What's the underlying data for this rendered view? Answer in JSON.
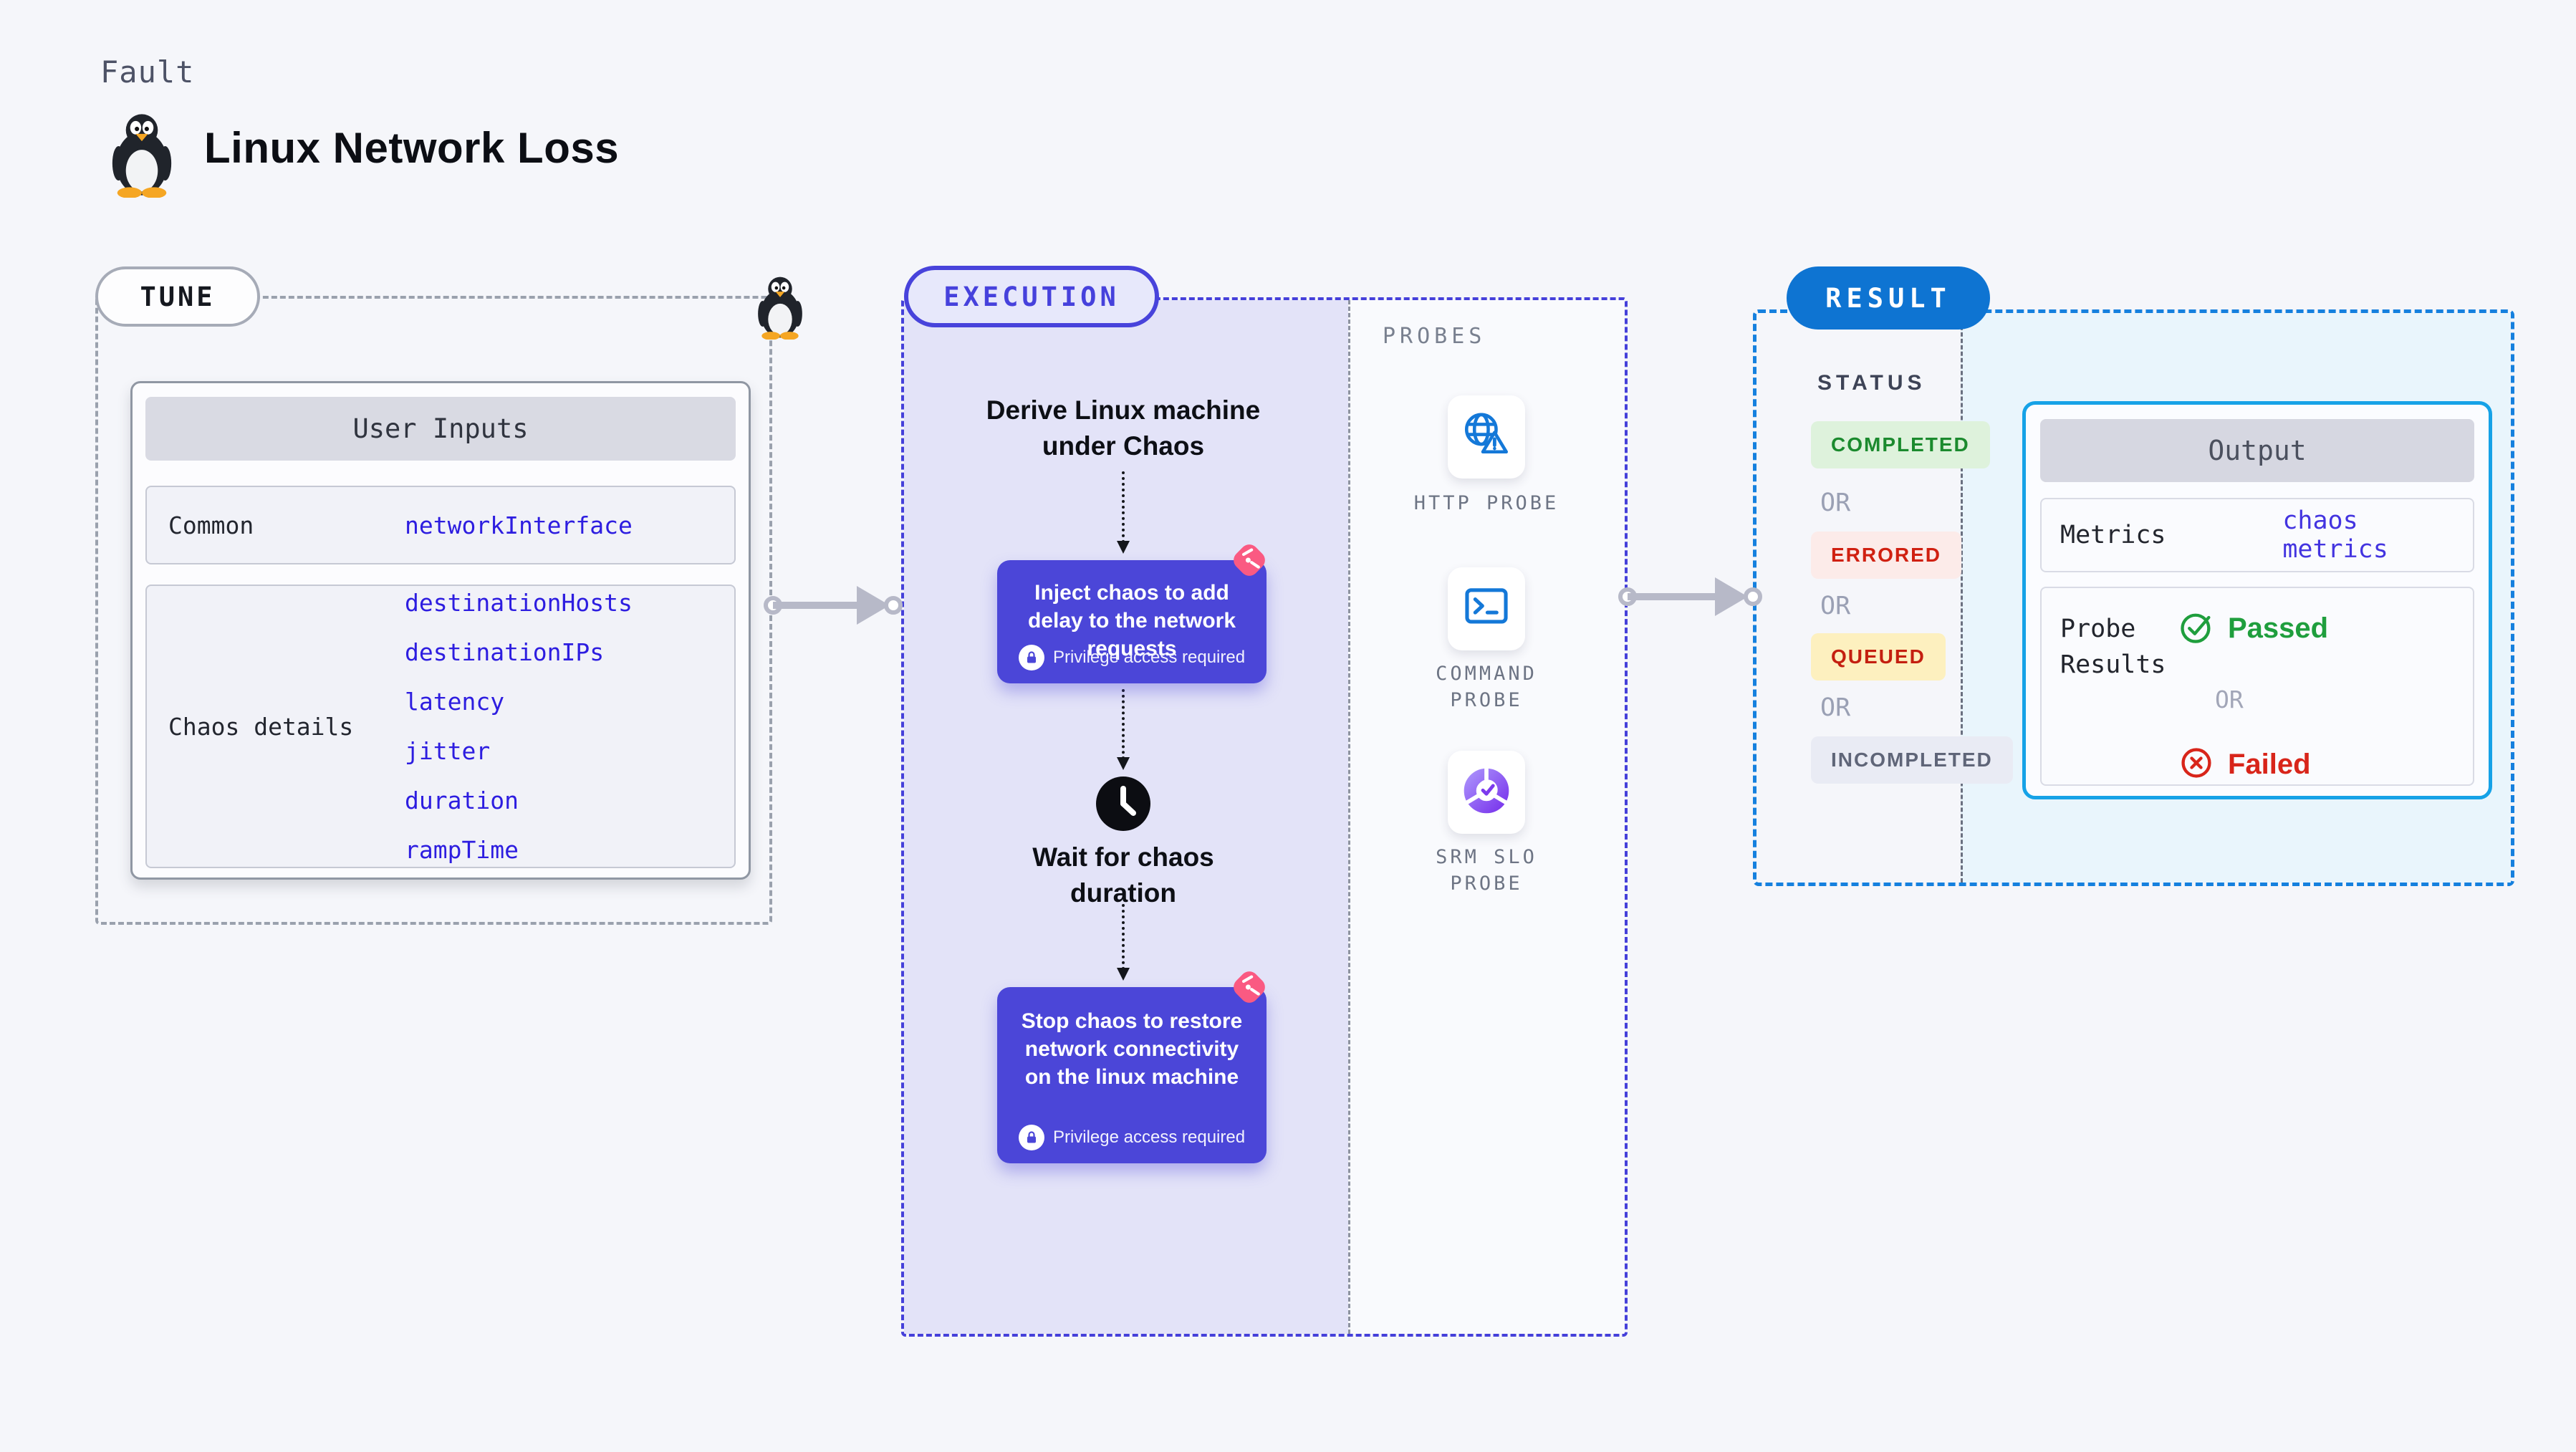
{
  "colors": {
    "page_bg": "#f5f6fa",
    "indigo_accent": "#4540da",
    "execution_fill": "#e3e3f8",
    "node_indigo": "#4b46d8",
    "chaos_pink": "#fa5a82",
    "param_blue": "#2d1de0",
    "metrics_value_blue": "#4334e0",
    "result_pill_blue": "#0e74d2",
    "result_border_blue": "#1580de",
    "result_fill": "#e9f5fc",
    "output_border_cyan": "#16a2e7",
    "passed_green": "#1f9e3d",
    "failed_red": "#d8251a",
    "probe_icon_blue": "#1478d8",
    "slo_purple": "#8b5ef2",
    "arrow_gray": "#b7b9c8",
    "status_completed": {
      "fg": "#1b8a2e",
      "bg": "#def2dc"
    },
    "status_errored": {
      "fg": "#d02011",
      "bg": "#fcebe9"
    },
    "status_queued": {
      "fg": "#c41f10",
      "bg": "#fdf0bf"
    },
    "status_incompleted": {
      "fg": "#5f6578",
      "bg": "#e9ebf4"
    }
  },
  "header": {
    "eyebrow": "Fault",
    "title": "Linux Network Loss"
  },
  "tune": {
    "pill": "TUNE",
    "card_title": "User Inputs",
    "rows": [
      {
        "label": "Common",
        "params": [
          "networkInterface"
        ]
      },
      {
        "label": "Chaos details",
        "params": [
          "destinationHosts",
          "destinationIPs",
          "latency",
          "jitter",
          "duration",
          "rampTime"
        ]
      }
    ]
  },
  "execution": {
    "pill": "EXECUTION",
    "derive_step": "Derive Linux machine\nunder Chaos",
    "inject_step": "Inject chaos to add delay to the network requests",
    "wait_step": "Wait for chaos\nduration",
    "stop_step": "Stop chaos to restore network connectivity on the linux machine",
    "privilege_note": "Privilege access required",
    "probes_title": "PROBES",
    "probes": [
      {
        "label": "HTTP PROBE",
        "icon": "globe-alert-icon"
      },
      {
        "label": "COMMAND\nPROBE",
        "icon": "terminal-icon"
      },
      {
        "label": "SRM SLO\nPROBE",
        "icon": "slo-donut-icon"
      }
    ]
  },
  "result": {
    "pill": "RESULT",
    "status_title": "STATUS",
    "or_label": "OR",
    "statuses": [
      {
        "label": "COMPLETED"
      },
      {
        "label": "ERRORED"
      },
      {
        "label": "QUEUED"
      },
      {
        "label": "INCOMPLETED"
      }
    ],
    "output": {
      "title": "Output",
      "metrics_label": "Metrics",
      "metrics_value": "chaos metrics",
      "probe_results_label": "Probe\nResults",
      "passed_label": "Passed",
      "failed_label": "Failed"
    }
  }
}
